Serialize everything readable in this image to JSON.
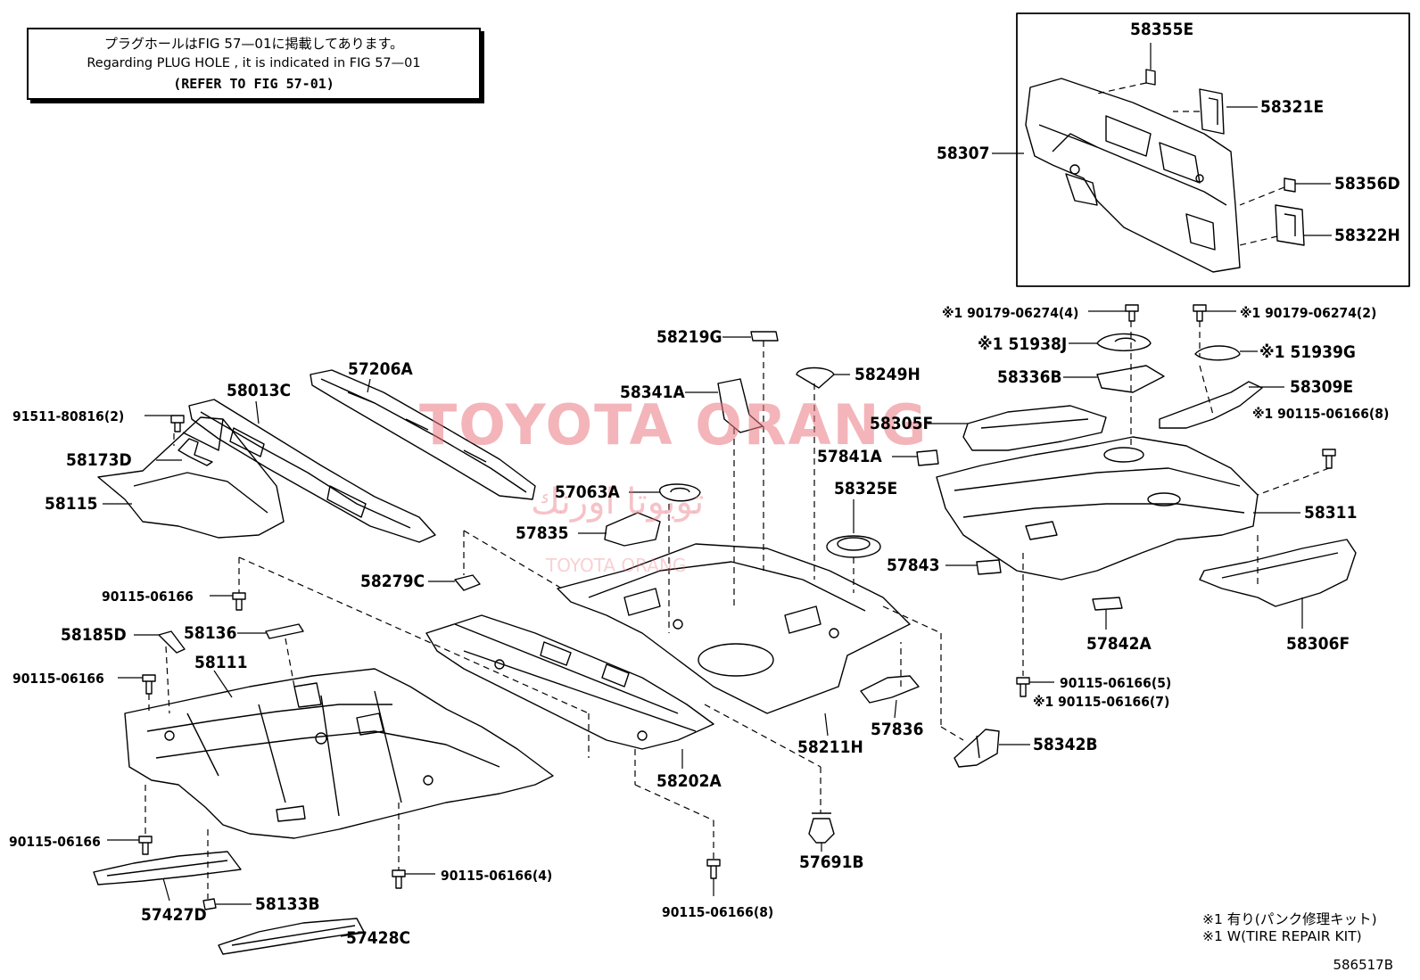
{
  "note": {
    "line_ja": "プラグホールはFIG 57—01に掲載してあります。",
    "line_en": "Regarding  PLUG  HOLE , it is indicated in FIG  57—01",
    "line_ref": "(REFER TO FIG 57-01)"
  },
  "watermark": {
    "brand": "TOYOTA ORANG",
    "arabic": "تويوتا اورنك",
    "small": "TOYOTA ORANG"
  },
  "labels": {
    "p58355E": "58355E",
    "p58321E": "58321E",
    "p58307": "58307",
    "p58356D": "58356D",
    "p58322H": "58322H",
    "p90179a": "※1 90179-06274(4)",
    "p90179b": "※1 90179-06274(2)",
    "p51938J": "※1 51938J",
    "p51939G": "※1 51939G",
    "p58336B": "58336B",
    "p58309E": "58309E",
    "p90115_8a": "※1 90115-06166(8)",
    "p58219G": "58219G",
    "p58249H": "58249H",
    "p57206A": "57206A",
    "p58013C": "58013C",
    "p58341A": "58341A",
    "p58305F": "58305F",
    "p91511": "91511-80816(2)",
    "p58173D": "58173D",
    "p57841A": "57841A",
    "p58115": "58115",
    "p57063A": "57063A",
    "p58325E": "58325E",
    "p58311": "58311",
    "p57835": "57835",
    "p58279C": "58279C",
    "p57843": "57843",
    "p90115a": "90115-06166",
    "p58185D": "58185D",
    "p58136": "58136",
    "p58111": "58111",
    "p90115b": "90115-06166",
    "p57842A": "57842A",
    "p58306F": "58306F",
    "p90115_5": "90115-06166(5)",
    "p90115_7": "※1 90115-06166(7)",
    "p57836": "57836",
    "p58211H": "58211H",
    "p58342B": "58342B",
    "p58202A": "58202A",
    "p90115c": "90115-06166",
    "p57691B": "57691B",
    "p90115_4": "90115-06166(4)",
    "p58133B": "58133B",
    "p90115_8b": "90115-06166(8)",
    "p57427D": "57427D",
    "p57428C": "57428C"
  },
  "footnotes": {
    "ja": "※1 有り(パンク修理キット)",
    "en": "※1 W(TIRE REPAIR KIT)"
  },
  "figure_code": "586517B"
}
